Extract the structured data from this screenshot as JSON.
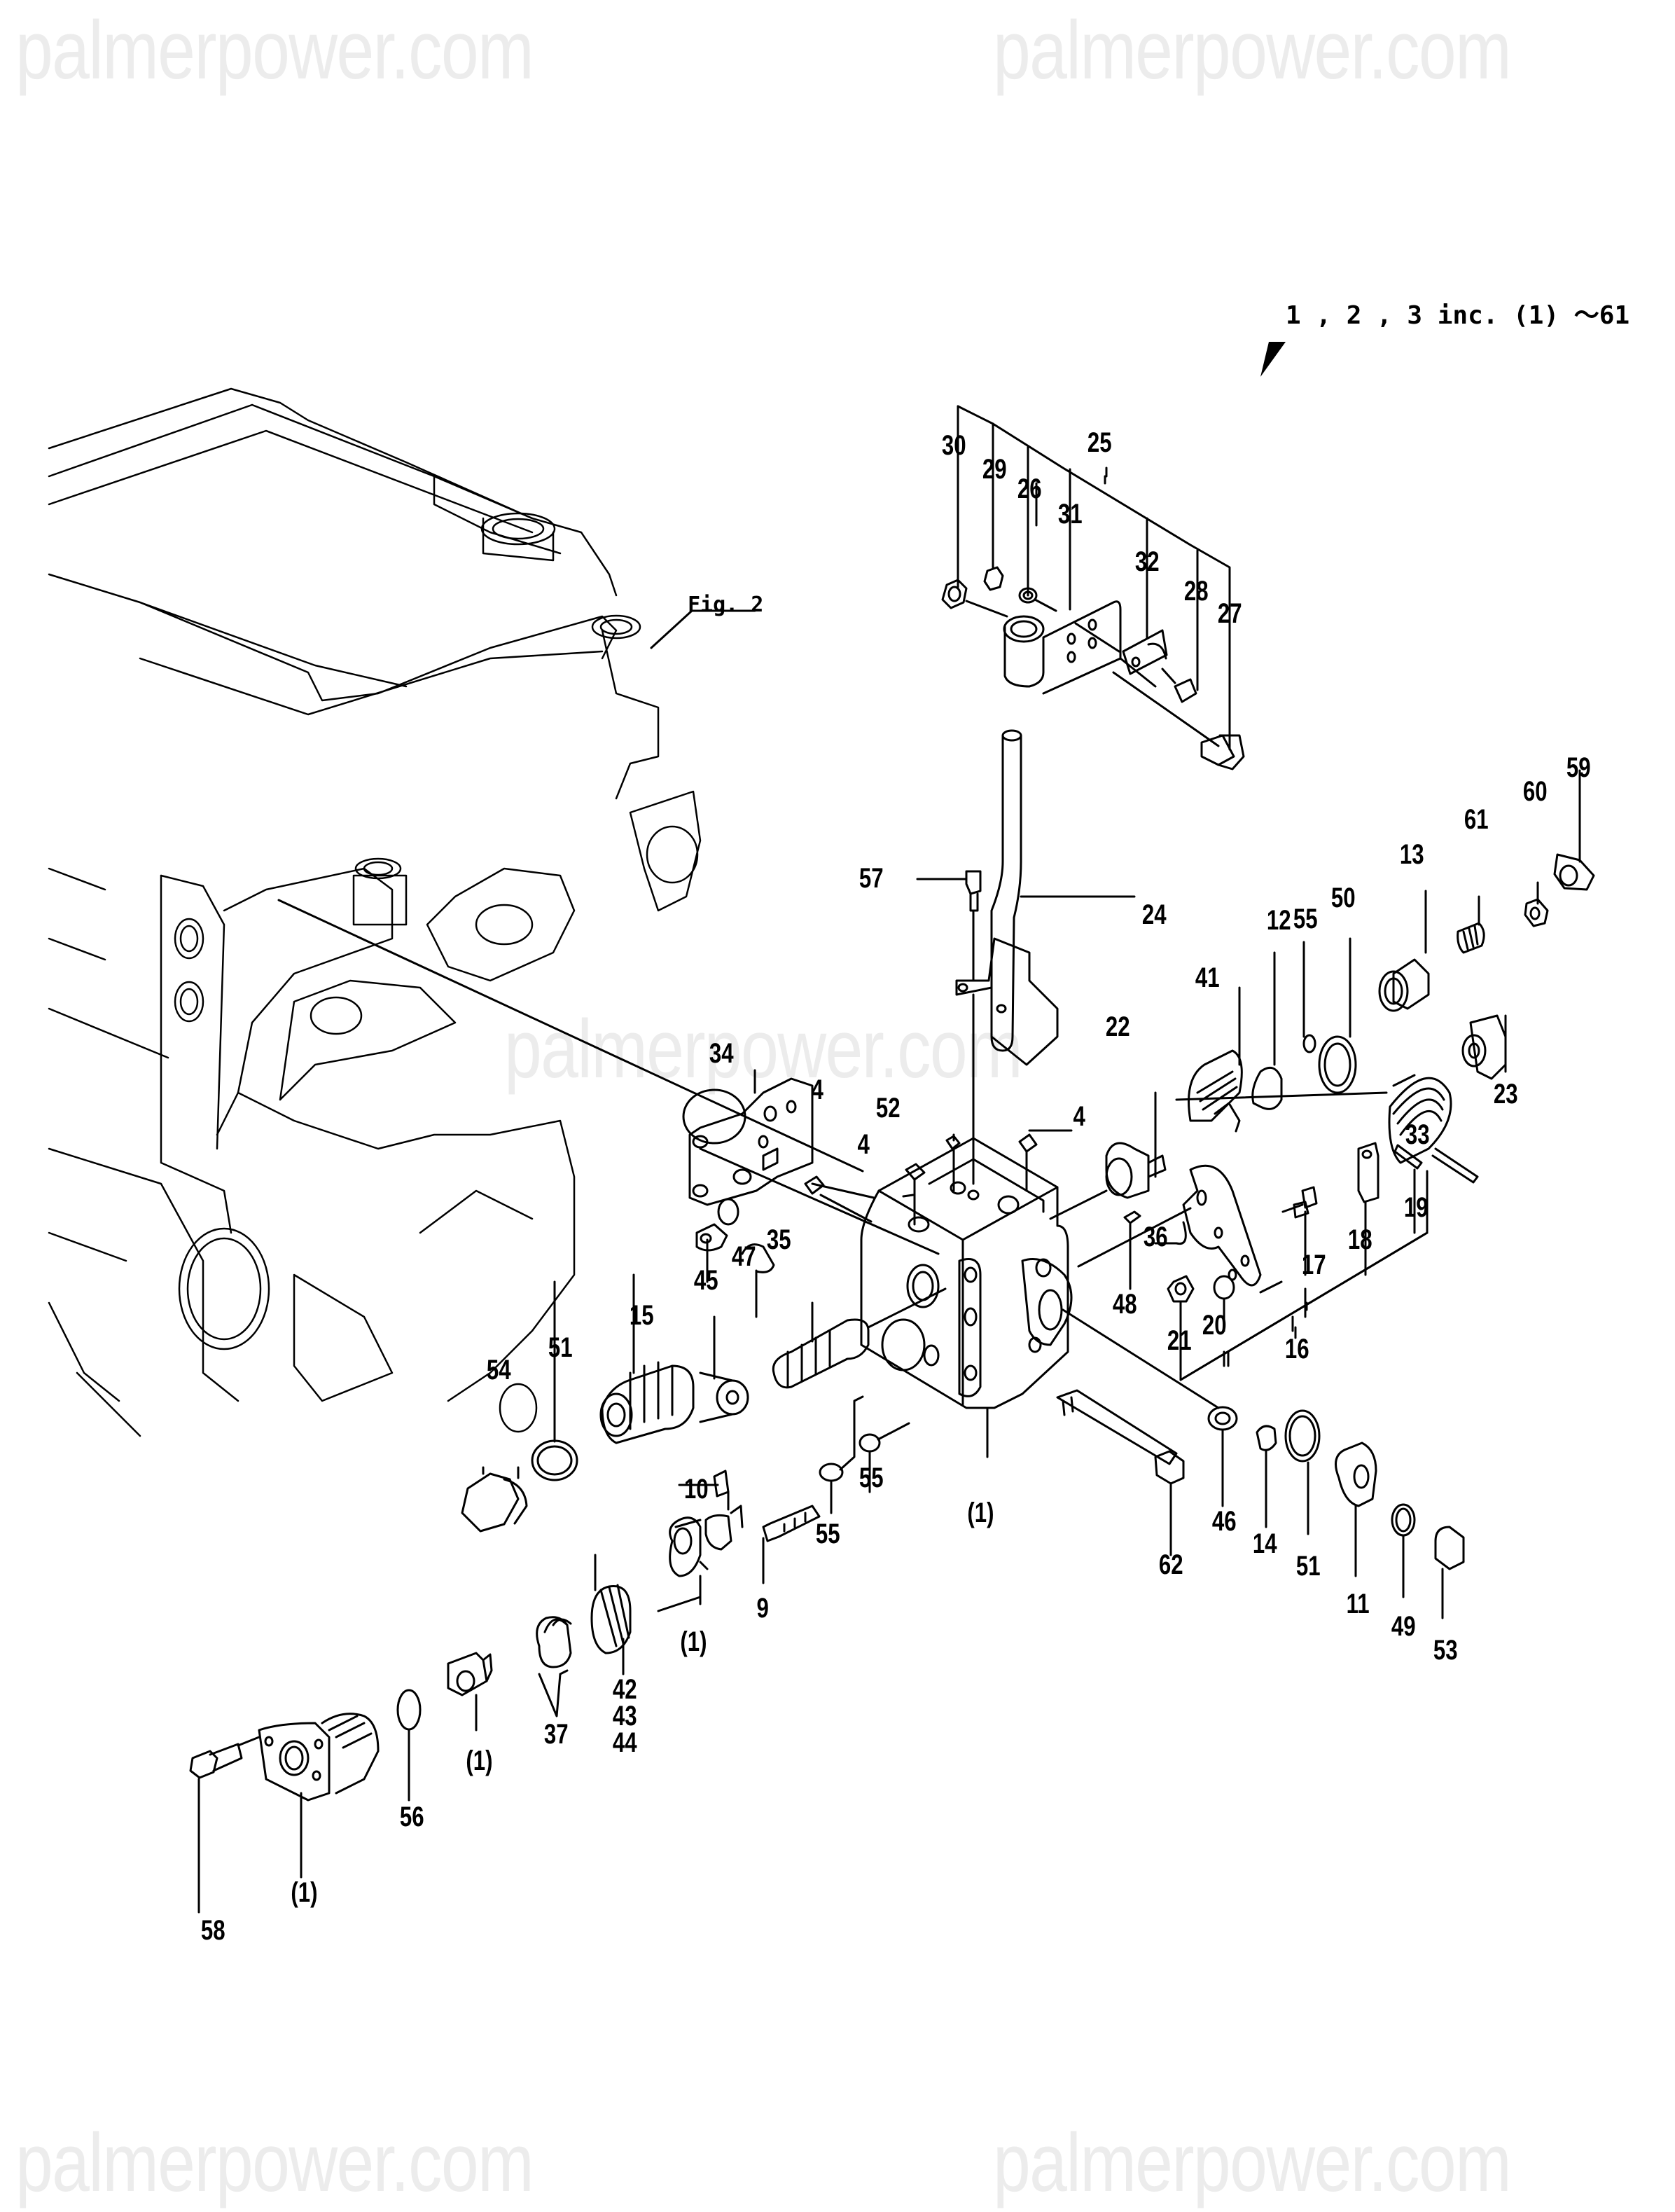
{
  "watermark": {
    "text": "palmerpower.com",
    "color": "#ececec"
  },
  "header_note": {
    "text": "1 , 2 , 3 inc. (1) 〜61",
    "arrow_icon": "pointer-arrow"
  },
  "figure_reference": "Fig. 2",
  "part_callouts": [
    {
      "id": "30",
      "label": "30"
    },
    {
      "id": "29",
      "label": "29"
    },
    {
      "id": "26",
      "label": "26"
    },
    {
      "id": "25",
      "label": "25"
    },
    {
      "id": "31",
      "label": "31"
    },
    {
      "id": "32",
      "label": "32"
    },
    {
      "id": "28",
      "label": "28"
    },
    {
      "id": "27",
      "label": "27"
    },
    {
      "id": "59",
      "label": "59"
    },
    {
      "id": "60",
      "label": "60"
    },
    {
      "id": "61",
      "label": "61"
    },
    {
      "id": "13",
      "label": "13"
    },
    {
      "id": "57",
      "label": "57"
    },
    {
      "id": "24",
      "label": "24"
    },
    {
      "id": "12",
      "label": "12"
    },
    {
      "id": "55a",
      "label": "55"
    },
    {
      "id": "50",
      "label": "50"
    },
    {
      "id": "41",
      "label": "41"
    },
    {
      "id": "22",
      "label": "22"
    },
    {
      "id": "23",
      "label": "23"
    },
    {
      "id": "33",
      "label": "33"
    },
    {
      "id": "34",
      "label": "34"
    },
    {
      "id": "4a",
      "label": "4"
    },
    {
      "id": "52",
      "label": "52"
    },
    {
      "id": "4b",
      "label": "4"
    },
    {
      "id": "4c",
      "label": "4"
    },
    {
      "id": "19",
      "label": "19"
    },
    {
      "id": "18",
      "label": "18"
    },
    {
      "id": "36",
      "label": "36"
    },
    {
      "id": "17",
      "label": "17"
    },
    {
      "id": "48",
      "label": "48"
    },
    {
      "id": "21",
      "label": "21"
    },
    {
      "id": "20",
      "label": "20"
    },
    {
      "id": "16",
      "label": "16"
    },
    {
      "id": "45",
      "label": "45"
    },
    {
      "id": "47",
      "label": "47"
    },
    {
      "id": "35",
      "label": "35"
    },
    {
      "id": "15",
      "label": "15"
    },
    {
      "id": "51a",
      "label": "51"
    },
    {
      "id": "54",
      "label": "54"
    },
    {
      "id": "10",
      "label": "10"
    },
    {
      "id": "55b",
      "label": "55"
    },
    {
      "id": "55c",
      "label": "55"
    },
    {
      "id": "1a",
      "label": "(1)"
    },
    {
      "id": "62",
      "label": "62"
    },
    {
      "id": "46",
      "label": "46"
    },
    {
      "id": "14",
      "label": "14"
    },
    {
      "id": "51b",
      "label": "51"
    },
    {
      "id": "11",
      "label": "11"
    },
    {
      "id": "49",
      "label": "49"
    },
    {
      "id": "53",
      "label": "53"
    },
    {
      "id": "9",
      "label": "9"
    },
    {
      "id": "1b",
      "label": "(1)"
    },
    {
      "id": "42",
      "label": "42"
    },
    {
      "id": "43",
      "label": "43"
    },
    {
      "id": "44",
      "label": "44"
    },
    {
      "id": "37",
      "label": "37"
    },
    {
      "id": "1c",
      "label": "(1)"
    },
    {
      "id": "56",
      "label": "56"
    },
    {
      "id": "1d",
      "label": "(1)"
    },
    {
      "id": "58",
      "label": "58"
    }
  ]
}
